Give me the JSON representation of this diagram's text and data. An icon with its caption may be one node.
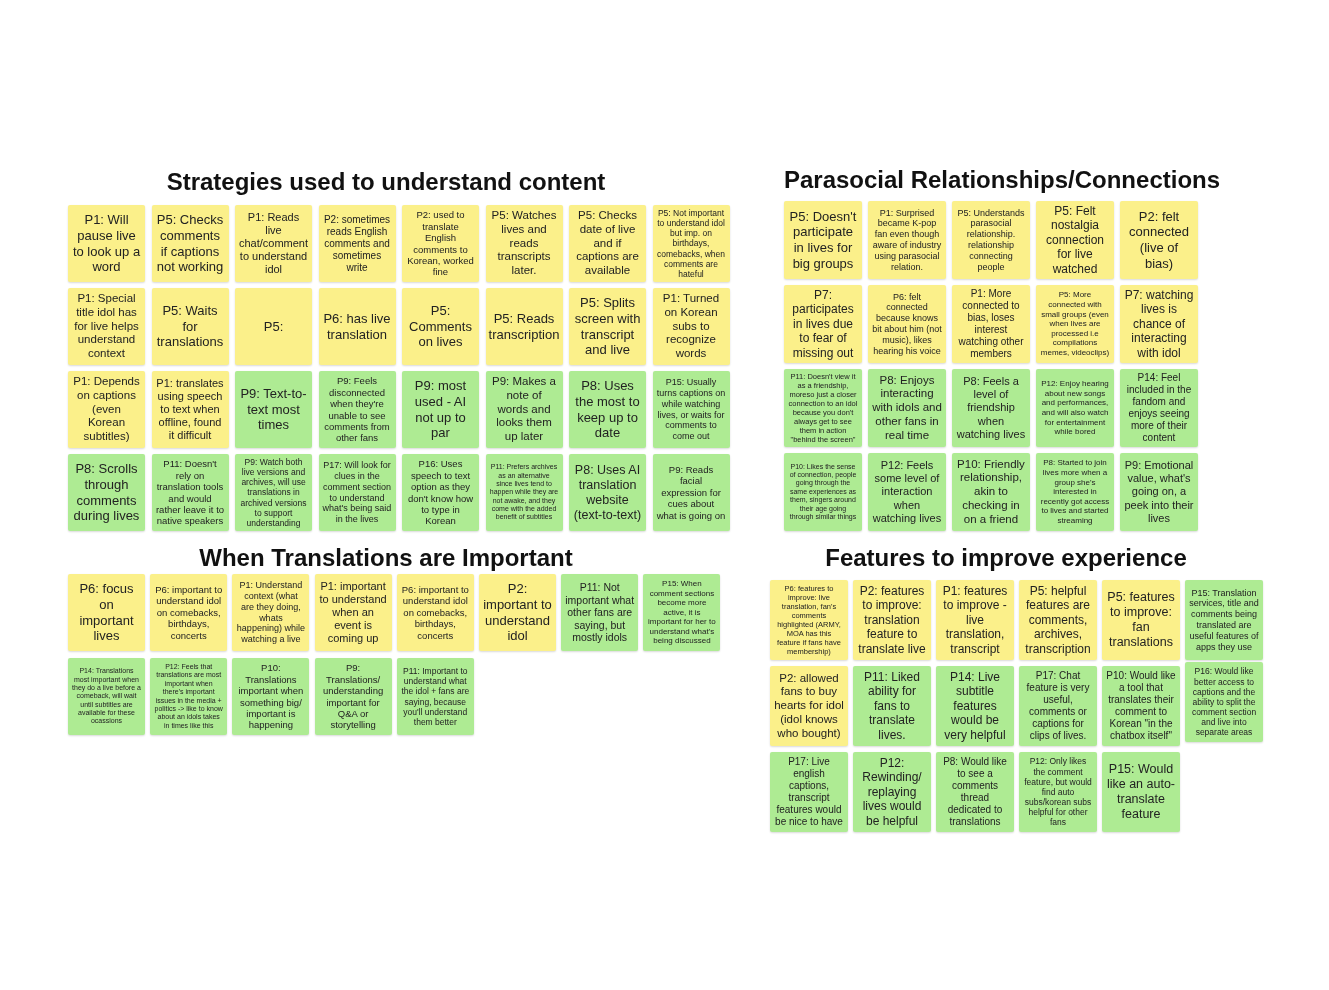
{
  "diagram": {
    "nodes": [
      {
        "text": [
          "P1: Will pause live to look up a word"
        ]
      },
      {
        "text": [
          "P5: Checks comments if captions not working"
        ]
      },
      {
        "text": [
          "P1: Reads live chat/comment to understand idol"
        ]
      },
      {
        "text": [
          "P2: sometimes reads English comments and sometimes write"
        ]
      },
      {
        "text": [
          "P2: used to translate English comments to Korean, worked fine"
        ]
      },
      {
        "text": [
          "P5: Watches lives and reads transcripts later."
        ]
      },
      {
        "text": [
          "P5: Checks date of live and if captions are available"
        ]
      },
      {
        "text": [
          "P5: Not important to understand idol but imp. on birthdays, comebacks, when comments are hateful"
        ]
      },
      {
        "text": [
          "P1: Special title idol has for live helps understand context"
        ]
      },
      {
        "text": [
          "P5: Waits for translations"
        ]
      },
      {
        "text": [
          "P5:"
        ]
      },
      {
        "text": [
          "P6: has live translation"
        ]
      },
      {
        "text": [
          "P5: Comments on lives"
        ]
      },
      {
        "text": [
          "P5: Reads transcription"
        ]
      },
      {
        "text": [
          "P5: Splits screen with transcript and live"
        ]
      },
      {
        "text": [
          "P1: Turned on Korean subs to recognize words"
        ]
      },
      {
        "text": [
          "P1: Depends on captions (even Korean subtitles)"
        ]
      },
      {
        "text": [
          "P1: translates using speech to text when offline, found it difficult"
        ]
      },
      {
        "text": [
          "P9: Text-to-text most times"
        ]
      },
      {
        "text": [
          "P9: Feels disconnected when they're unable to see comments from other fans"
        ]
      },
      {
        "text": [
          "P9: most used - AI not up to par"
        ]
      },
      {
        "text": [
          "P9: Makes a note of words and looks them up later"
        ]
      },
      {
        "text": [
          "P8: Uses the most to keep up to date"
        ]
      },
      {
        "text": [
          "P15: Usually turns captions on while watching lives, or waits for comments to come out"
        ]
      },
      {
        "text": [
          "P8: Scrolls through comments during lives"
        ]
      },
      {
        "text": [
          "P11: Doesn't rely on translation tools and would rather leave it to native speakers"
        ]
      },
      {
        "text": [
          "P9: Watch both live versions and archives, will use translations in archived versions to support understanding"
        ]
      },
      {
        "text": [
          "P17: Will look for clues in the comment section to understand what's being said in the lives"
        ]
      },
      {
        "text": [
          "P16: Uses speech to text option as they don't know how to type in Korean"
        ]
      },
      {
        "text": [
          "P11: Prefers archives as an alternative since lives tend to happen while they are not awake, and they come with the added benefit of subtitles"
        ]
      },
      {
        "text": [
          "P8: Uses AI translation website (text-to-text)"
        ]
      },
      {
        "text": [
          "P9: Reads facial expression for cues about what is going on"
        ]
      },
      {
        "text": [
          "P5: Doesn't participate in lives for big groups"
        ]
      },
      {
        "text": [
          "P1: Surprised became K-pop fan even though aware of industry using parasocial relation."
        ]
      },
      {
        "text": [
          "P5: Understands parasocial relationship. relationship connecting people"
        ]
      },
      {
        "text": [
          "P5: Felt nostalgia connection for live watched"
        ]
      },
      {
        "text": [
          "P2: felt connected (live of bias)"
        ]
      },
      {
        "text": [
          "P7: participates in lives due to fear of missing out"
        ]
      },
      {
        "text": [
          "P6: felt connected because knows bit about him (not music), likes hearing his voice"
        ]
      },
      {
        "text": [
          "P1: More connected to bias, loses interest watching other members"
        ]
      },
      {
        "text": [
          "P5: More connected with small groups (even when lives are processed i.e compilations memes, videoclips)"
        ]
      },
      {
        "text": [
          "P7: watching lives is chance of interacting with idol"
        ]
      },
      {
        "text": [
          "P11: Doesn't view it as a friendship, moreso just a closer connection to an idol because you don't always get to see them in action \"behind the screen\""
        ]
      },
      {
        "text": [
          "P8: Enjoys interacting with idols and other fans in real time"
        ]
      },
      {
        "text": [
          "P8: Feels a level of friendship when watching lives"
        ]
      },
      {
        "text": [
          "P12: Enjoy hearing about new songs and performances, and will also watch for entertainment while bored"
        ]
      },
      {
        "text": [
          "P14: Feel included in the fandom and enjoys seeing more of their content"
        ]
      },
      {
        "text": [
          "P10: Likes the sense of connection, people going through the same experiences as them, singers around their age going through similar things"
        ]
      },
      {
        "text": [
          "P12: Feels some level of interaction when watching lives"
        ]
      },
      {
        "text": [
          "P10: Friendly relationship, akin to checking in on a friend"
        ]
      },
      {
        "text": [
          "P8: Started to join lives more when a group she's interested in recently got access to lives and started streaming"
        ]
      },
      {
        "text": [
          "P9: Emotional value, what's going on, a peek into their lives"
        ]
      },
      {
        "text": [
          "P6: focus on important lives"
        ]
      },
      {
        "text": [
          "P6: important to understand idol on comebacks, birthdays, concerts"
        ]
      },
      {
        "text": [
          "P1: Understand context (what are they doing, whats happening) while watching a live"
        ]
      },
      {
        "text": [
          "P1: important to understand when an event is coming up"
        ]
      },
      {
        "text": [
          "P6: important to understand idol on comebacks, birthdays, concerts"
        ]
      },
      {
        "text": [
          "P2: important to understand idol"
        ]
      },
      {
        "text": [
          "P11: Not important what other fans are saying, but mostly idols"
        ]
      },
      {
        "text": [
          "P15: When comment sections become more active, it is important for her to understand what's being discussed"
        ]
      },
      {
        "text": [
          "P14: Translations most important when they do a live before a comeback, will wait until subtitles are available for these ocassions"
        ]
      },
      {
        "text": [
          "P12: Feels that translations are most important when there's important issues in the media + politics -> like to know about an idols takes in times like this"
        ]
      },
      {
        "text": [
          "P10: Translations important when something big/ important is happening"
        ]
      },
      {
        "text": [
          "P9: Translations/ understanding important for Q&A or storytelling"
        ]
      },
      {
        "text": [
          "P11: Important to understand what the idol + fans are saying, because you'll understand them better"
        ]
      },
      {
        "text": [
          "P6: features to improve: live translation, fan's comments highlighted (ARMY, MOA has this feature if fans have membership)"
        ]
      },
      {
        "text": [
          "P2: features to improve: translation feature to translate live"
        ]
      },
      {
        "text": [
          "P1: features to improve - live translation, transcript"
        ]
      },
      {
        "text": [
          "P5: helpful features are comments, archives, transcription"
        ]
      },
      {
        "text": [
          "P5: features to improve: fan translations"
        ]
      },
      {
        "text": [
          "P15: Translation services, title and comments being translated are useful features of apps they use"
        ]
      },
      {
        "text": [
          "P2: allowed fans to buy hearts for idol (idol knows who bought)"
        ]
      },
      {
        "text": [
          "P11: Liked ability for fans to translate lives."
        ]
      },
      {
        "text": [
          "P14: Live subtitle features would be very helpful"
        ]
      },
      {
        "text": [
          "P17: Chat feature is very useful, comments or captions for clips of lives."
        ]
      },
      {
        "text": [
          "P10: Would like a tool that translates their comment to Korean \"in the chatbox itself\""
        ]
      },
      {
        "text": [
          "P16: Would like better access to captions and the ability to split the comment section and live into separate areas"
        ]
      },
      {
        "text": [
          "P17: Live english captions, transcript features would be nice to have"
        ]
      },
      {
        "text": [
          "P12: Rewinding/ replaying lives would be helpful"
        ]
      },
      {
        "text": [
          "P8: Would like to see a comments thread dedicated to translations"
        ]
      },
      {
        "text": [
          "P12: Only likes the comment feature, but would find auto subs/korean subs helpful for other fans"
        ]
      },
      {
        "text": [
          "P15: Would like an auto-translate feature"
        ]
      }
    ],
    "labels": [
      "Strategies used to understand content",
      "Parasocial Relationships/Connections",
      "When Translations are Important",
      "Features to improve experience"
    ]
  }
}
